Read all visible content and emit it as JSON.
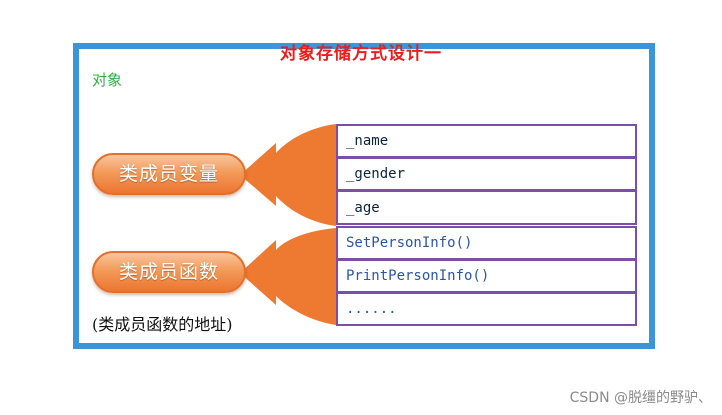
{
  "diagram": {
    "title": "对象存储方式设计一",
    "object_label": "对象",
    "member_variables_label": "类成员变量",
    "member_functions_label": "类成员函数",
    "member_functions_note": "(类成员函数的地址)",
    "fields": [
      "_name",
      "_gender",
      "_age"
    ],
    "methods": [
      "SetPersonInfo()",
      "PrintPersonInfo()",
      "......"
    ]
  },
  "colors": {
    "frame": "#3a96d8",
    "title": "#ee1c1c",
    "object_label": "#2bb34a",
    "pill": "#f39a5a",
    "arrow": "#ee7a32",
    "cell_border": "#7b4fa8"
  },
  "watermark": "CSDN @脱缰的野驴、"
}
